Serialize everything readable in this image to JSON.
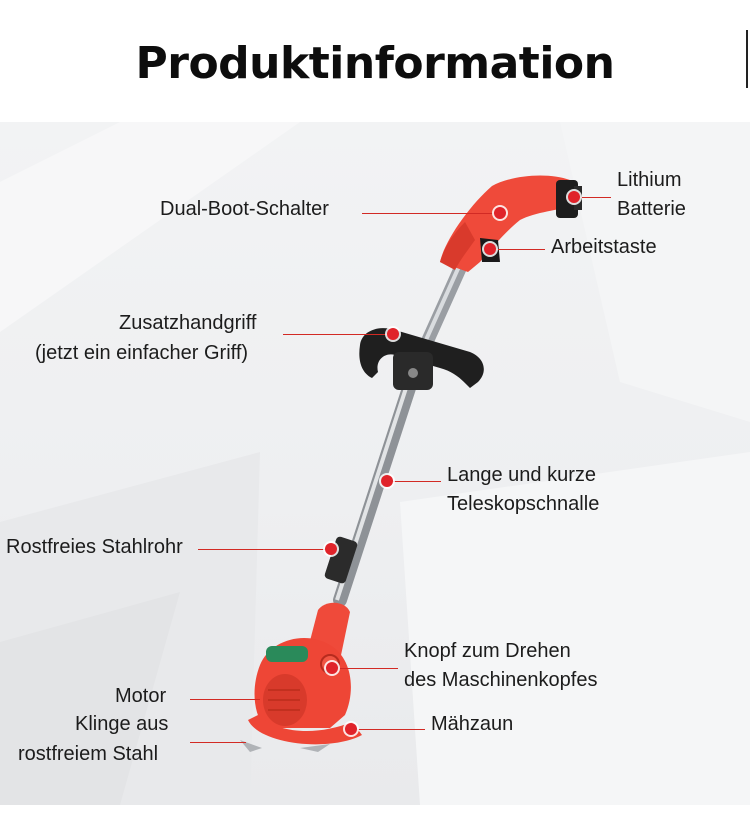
{
  "title": "Produktinformation",
  "colors": {
    "accent": "#d22a24",
    "product_body": "#ee4a3a",
    "panel_bg": "#eeeff1"
  },
  "callouts": {
    "lithium_battery": [
      "Lithium",
      "Batterie"
    ],
    "dual_boot_switch": "Dual-Boot-Schalter",
    "work_button": "Arbeitstaste",
    "aux_handle": [
      "Zusatzhandgriff",
      "(jetzt ein einfacher Griff)"
    ],
    "telescopic_clamp": [
      "Lange und kurze",
      "Teleskopschnalle"
    ],
    "steel_tube": "Rostfreies Stahlrohr",
    "head_rotation_knob": [
      "Knopf zum Drehen",
      "des Maschinenkopfes"
    ],
    "motor": "Motor",
    "blade": [
      "Klinge aus",
      "rostfreiem Stahl"
    ],
    "mowing_guard": "Mähzaun"
  }
}
